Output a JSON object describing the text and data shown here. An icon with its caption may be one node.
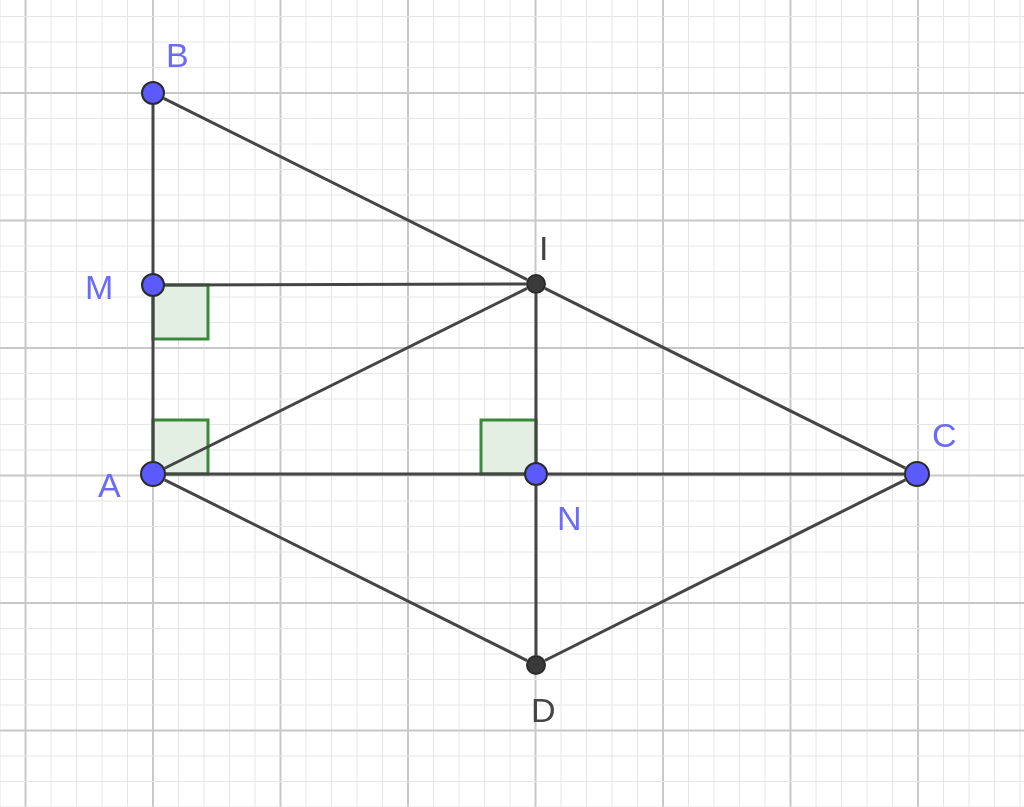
{
  "diagram": {
    "nodes": [
      {
        "text": [],
        "shape": "circle",
        "beside": [
          "B"
        ]
      },
      {
        "text": [],
        "shape": "circle",
        "beside": [
          "M"
        ]
      },
      {
        "text": [],
        "shape": "circle",
        "beside": [
          "A"
        ]
      },
      {
        "text": [],
        "shape": "circle",
        "beside": [
          "I"
        ]
      },
      {
        "text": [],
        "shape": "circle",
        "beside": [
          "N"
        ]
      },
      {
        "text": [],
        "shape": "circle",
        "beside": [
          "C"
        ]
      },
      {
        "text": [],
        "shape": "circle",
        "beside": [
          "D"
        ]
      }
    ],
    "edges": [
      {
        "from": 0,
        "to": 1,
        "arrow": "none"
      },
      {
        "from": 1,
        "to": 2,
        "arrow": "none"
      },
      {
        "from": 0,
        "to": 3,
        "arrow": "none"
      },
      {
        "from": 3,
        "to": 5,
        "arrow": "none"
      },
      {
        "from": 1,
        "to": 3,
        "arrow": "none"
      },
      {
        "from": 2,
        "to": 3,
        "arrow": "none"
      },
      {
        "from": 3,
        "to": 4,
        "arrow": "none"
      },
      {
        "from": 4,
        "to": 6,
        "arrow": "none"
      },
      {
        "from": 2,
        "to": 4,
        "arrow": "none"
      },
      {
        "from": 4,
        "to": 5,
        "arrow": "none"
      },
      {
        "from": 2,
        "to": 6,
        "arrow": "none"
      },
      {
        "from": 6,
        "to": 5,
        "arrow": "none"
      }
    ]
  }
}
